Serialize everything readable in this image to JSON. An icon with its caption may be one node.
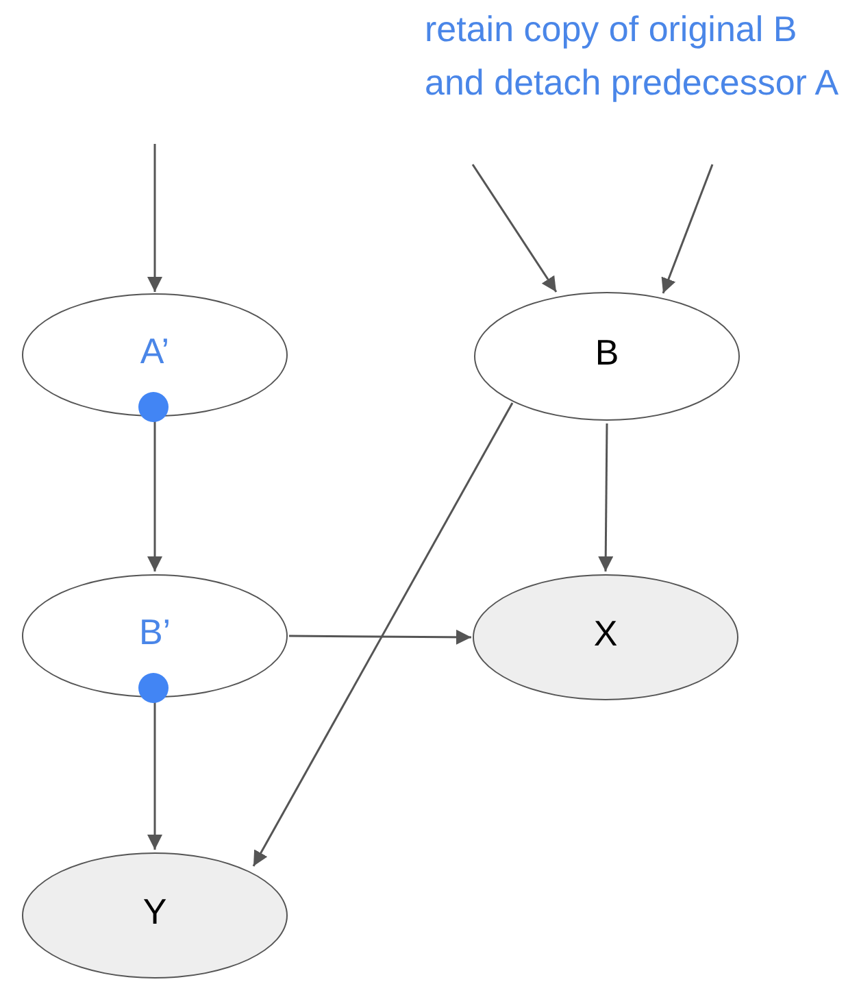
{
  "diagram": {
    "nodes": [
      {
        "text": [
          "A’"
        ]
      },
      {
        "text": [
          "B’"
        ]
      },
      {
        "text": [
          "Y"
        ]
      },
      {
        "text": [
          "B"
        ]
      },
      {
        "text": [
          "X"
        ]
      }
    ],
    "edges": [
      {
        "from": null,
        "to": 0,
        "arrow": "to"
      },
      {
        "from": 0,
        "to": 1,
        "arrow": "to"
      },
      {
        "from": 1,
        "to": 2,
        "arrow": "to"
      },
      {
        "from": 1,
        "to": 4,
        "arrow": "to"
      },
      {
        "from": null,
        "to": 3,
        "arrow": "to"
      },
      {
        "from": null,
        "to": 3,
        "arrow": "to"
      },
      {
        "from": 3,
        "to": 4,
        "arrow": "to"
      },
      {
        "from": 3,
        "to": 2,
        "arrow": "to"
      }
    ],
    "labels": [
      "retain copy of original B and detach predecessor A"
    ]
  }
}
